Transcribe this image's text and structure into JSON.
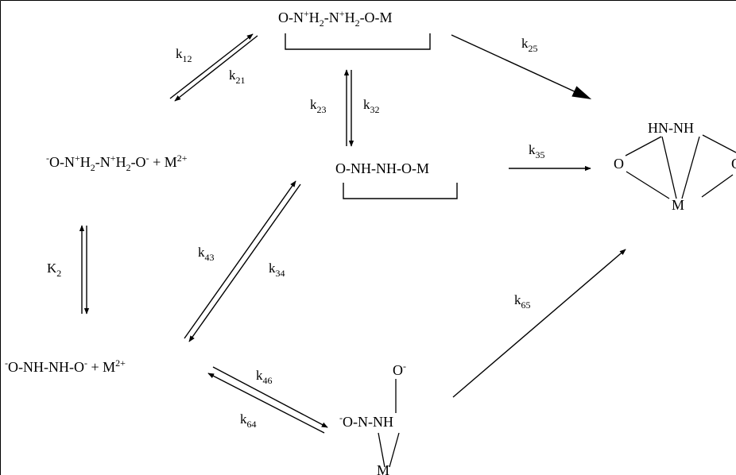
{
  "species": {
    "s1": {
      "text": "O-N⁺H₂-N⁺H₂-O-M"
    },
    "s2": {
      "text": "O-NH-NH-O-M"
    },
    "s3": {
      "text": "⁻O-N⁺H₂-N⁺H₂-O⁻ + M²⁺"
    },
    "s4": {
      "text": "⁻O-NH-NH-O⁻ + M²⁺"
    },
    "s5": {
      "top": "HN-NH",
      "left": "O",
      "right": "O",
      "bottom": "M"
    },
    "s6": {
      "top": "O⁻",
      "mid": "⁻O-N-NH",
      "bottom": "M"
    }
  },
  "rate_constants": {
    "k12": "k12",
    "k21": "k21",
    "k23": "k23",
    "k32": "k32",
    "k25": "k25",
    "k35": "k35",
    "K2": "K2",
    "k43": "k43",
    "k34": "k34",
    "k46": "k46",
    "k64": "k64",
    "k65": "k65"
  }
}
